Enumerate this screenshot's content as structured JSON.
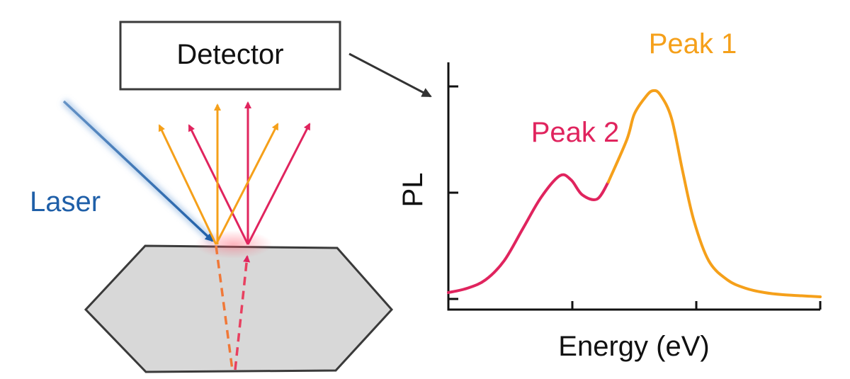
{
  "diagram": {
    "detector_label": "Detector",
    "laser_label": "Laser"
  },
  "colors": {
    "laser": "#1f5fa8",
    "peak1": "#f5a01a",
    "peak2": "#e0245e",
    "crystal_fill": "#d8d8d8",
    "crystal_stroke": "#3a3a3a",
    "axis": "#111111",
    "refracted": "#f07838"
  },
  "chart_data": {
    "type": "line",
    "xlabel": "Energy (eV)",
    "ylabel": "PL",
    "annotations": [
      "Peak 1",
      "Peak 2"
    ],
    "x_ticks": 4,
    "y_ticks": 3,
    "series": [
      {
        "name": "Peak 2",
        "color": "#e0245e",
        "x": [
          0.0,
          0.05,
          0.1,
          0.15,
          0.2,
          0.25,
          0.3,
          0.33,
          0.36,
          0.4,
          0.43
        ],
        "y": [
          0.03,
          0.05,
          0.09,
          0.18,
          0.33,
          0.48,
          0.58,
          0.56,
          0.49,
          0.47,
          0.55
        ]
      },
      {
        "name": "Peak 1",
        "color": "#f5a01a",
        "x": [
          0.43,
          0.48,
          0.5,
          0.53,
          0.55,
          0.57,
          0.6,
          0.63,
          0.66,
          0.7,
          0.75,
          0.8,
          0.85,
          0.9,
          0.95,
          1.0
        ],
        "y": [
          0.55,
          0.75,
          0.87,
          0.95,
          0.98,
          0.96,
          0.85,
          0.6,
          0.37,
          0.18,
          0.09,
          0.05,
          0.03,
          0.02,
          0.015,
          0.01
        ]
      }
    ]
  }
}
